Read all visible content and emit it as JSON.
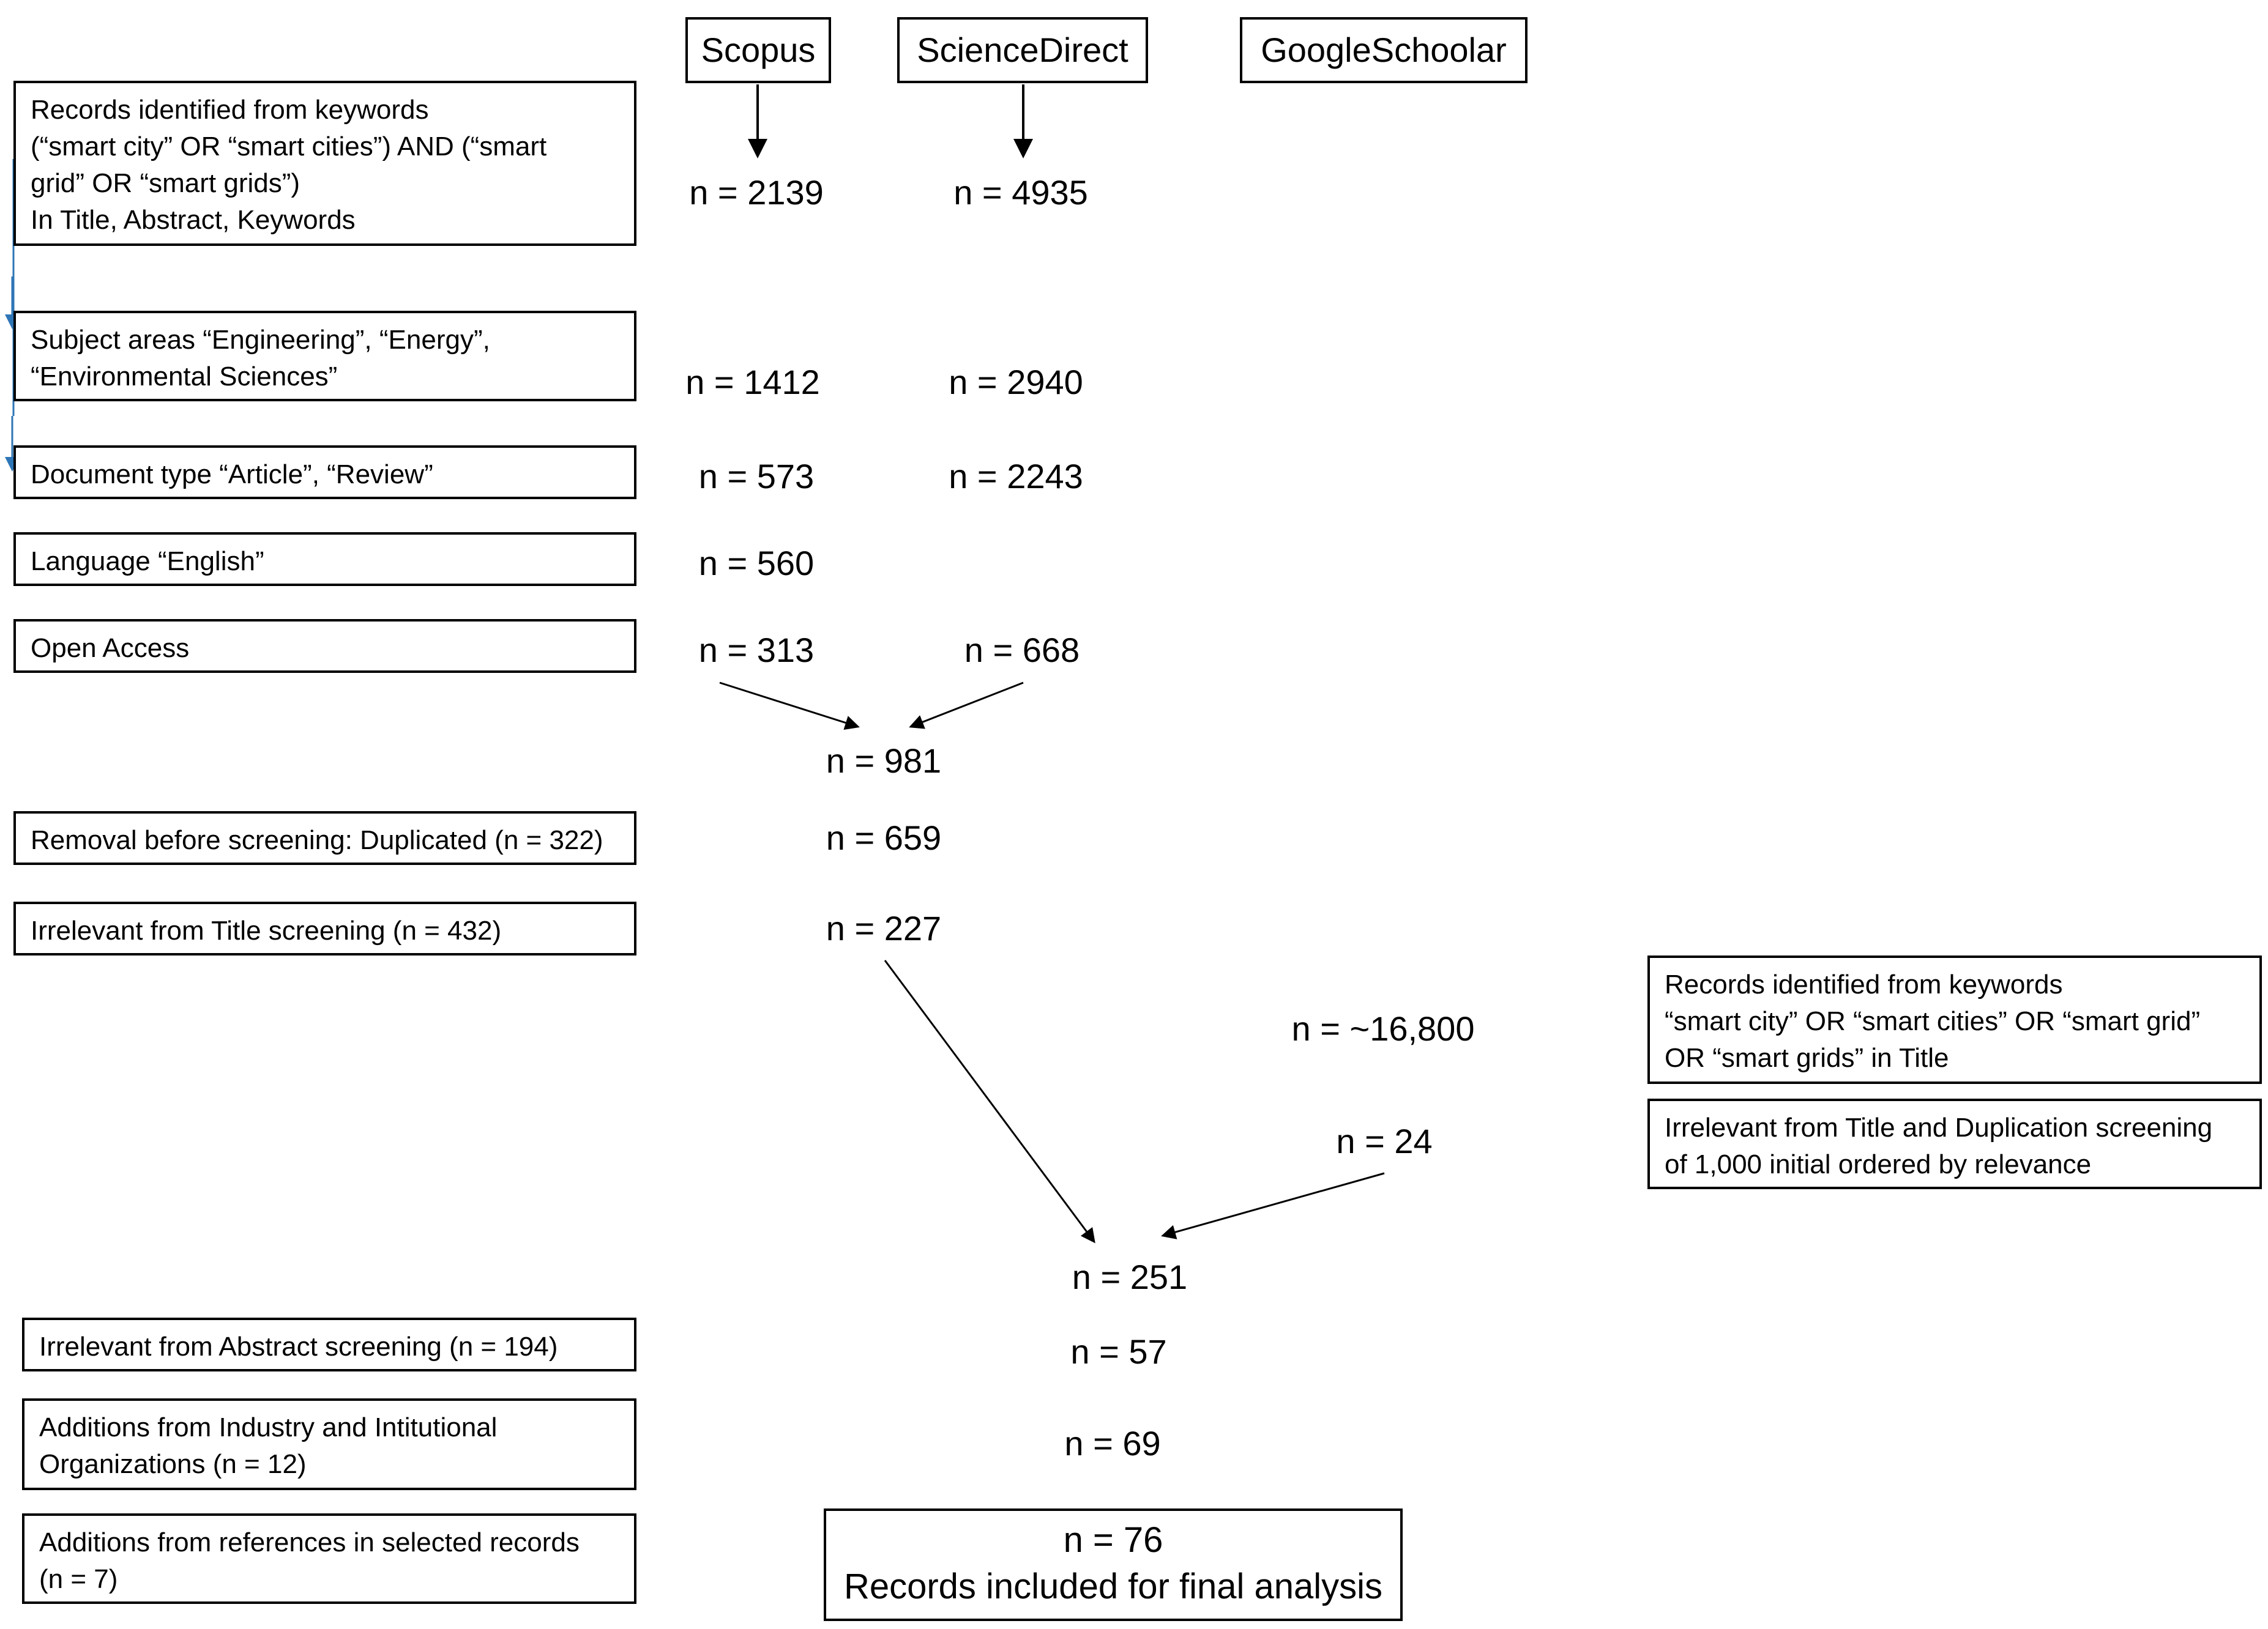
{
  "sources": [
    {
      "id": "scopus",
      "label": "Scopus"
    },
    {
      "id": "sciencedirect",
      "label": "ScienceDirect"
    },
    {
      "id": "googleschoolar",
      "label": "GoogleSchoolar"
    }
  ],
  "left_steps": [
    {
      "id": "keywords",
      "lines": [
        "Records identified from keywords",
        "(“smart city” OR “smart cities”) AND (“smart",
        "grid” OR “smart grids”)",
        "In Title, Abstract, Keywords"
      ]
    },
    {
      "id": "subject-areas",
      "lines": [
        "Subject areas “Engineering”, “Energy”,",
        "“Environmental Sciences”"
      ]
    },
    {
      "id": "document-type",
      "lines": [
        "Document type “Article”, “Review”"
      ]
    },
    {
      "id": "language",
      "lines": [
        "Language “English”"
      ]
    },
    {
      "id": "open-access",
      "lines": [
        "Open Access"
      ]
    },
    {
      "id": "duplicates",
      "lines": [
        "Removal before screening: Duplicated (n = 322)"
      ]
    },
    {
      "id": "title-screening",
      "lines": [
        "Irrelevant from Title screening (n = 432)"
      ]
    },
    {
      "id": "abstract-screening",
      "lines": [
        "Irrelevant from Abstract screening (n = 194)"
      ]
    },
    {
      "id": "industry-additions",
      "lines": [
        "Additions from Industry and Intitutional",
        "Organizations (n = 12)"
      ]
    },
    {
      "id": "reference-additions",
      "lines": [
        "Additions from references in selected records",
        "(n = 7)"
      ]
    }
  ],
  "right_steps": [
    {
      "id": "scholar-keywords",
      "lines": [
        "Records identified from keywords",
        "“smart city” OR “smart cities” OR “smart grid”",
        "OR “smart grids” in Title"
      ]
    },
    {
      "id": "scholar-screening",
      "lines": [
        "Irrelevant from Title and Duplication screening",
        "of 1,000 initial ordered by relevance"
      ]
    }
  ],
  "counts": {
    "scopus_keywords": "n = 2139",
    "sciencedirect_keywords": "n = 4935",
    "scopus_subject": "n = 1412",
    "sciencedirect_subject": "n = 2940",
    "scopus_doctype": "n = 573",
    "sciencedirect_doctype": "n = 2243",
    "scopus_language": "n = 560",
    "scopus_open_access": "n = 313",
    "sciencedirect_open_access": "n = 668",
    "combined": "n = 981",
    "after_duplicates": "n = 659",
    "after_title": "n = 227",
    "scholar_identified": "n = ~16,800",
    "scholar_selected": "n = 24",
    "merged": "n = 251",
    "after_abstract": "n = 57",
    "after_industry": "n = 69"
  },
  "final": {
    "count": "n = 76",
    "label": "Records included for final analysis"
  },
  "colors": {
    "stroke": "#000000",
    "side_arrow": "#2e75b6"
  }
}
